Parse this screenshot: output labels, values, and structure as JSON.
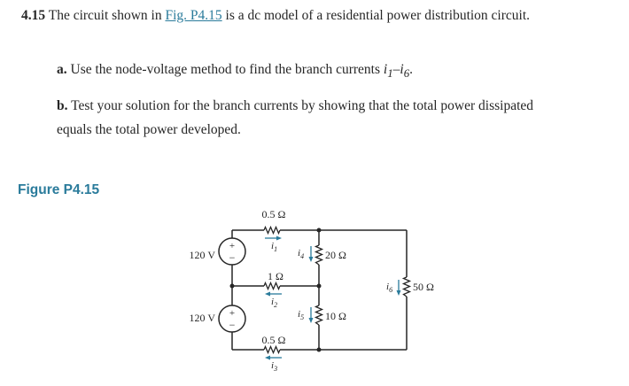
{
  "problem": {
    "number": "4.15",
    "intro_before_link": "The circuit shown in",
    "figure_link": "Fig. P4.15",
    "intro_after_link": "is a dc model of a residential power distribution circuit."
  },
  "part_a": {
    "label": "a.",
    "text_before_math": "Use the node-voltage method to find the branch currents",
    "math_from": "i",
    "math_from_sub": "1",
    "dash": "–",
    "math_to": "i",
    "math_to_sub": "6",
    "end": "."
  },
  "part_b": {
    "label": "b.",
    "line1": "Test your solution for the branch currents by showing that the total power dissipated",
    "line2": "equals the total power developed."
  },
  "figure_title": "Figure P4.15",
  "circuit": {
    "sources": [
      {
        "label": "120 V",
        "plus": "+",
        "minus": "−"
      },
      {
        "label": "120 V",
        "plus": "+",
        "minus": "−"
      }
    ],
    "resistors": {
      "r1": "0.5 Ω",
      "r2": "1 Ω",
      "r3": "0.5 Ω",
      "r4": "20 Ω",
      "r5": "10 Ω",
      "r6": "50 Ω"
    },
    "currents": {
      "i1": {
        "base": "i",
        "sub": "1"
      },
      "i2": {
        "base": "i",
        "sub": "2"
      },
      "i3": {
        "base": "i",
        "sub": "3"
      },
      "i4": {
        "base": "i",
        "sub": "4"
      },
      "i5": {
        "base": "i",
        "sub": "5"
      },
      "i6": {
        "base": "i",
        "sub": "6"
      }
    },
    "wire_color": "#262626",
    "arrow_color": "#2a7b9b"
  }
}
